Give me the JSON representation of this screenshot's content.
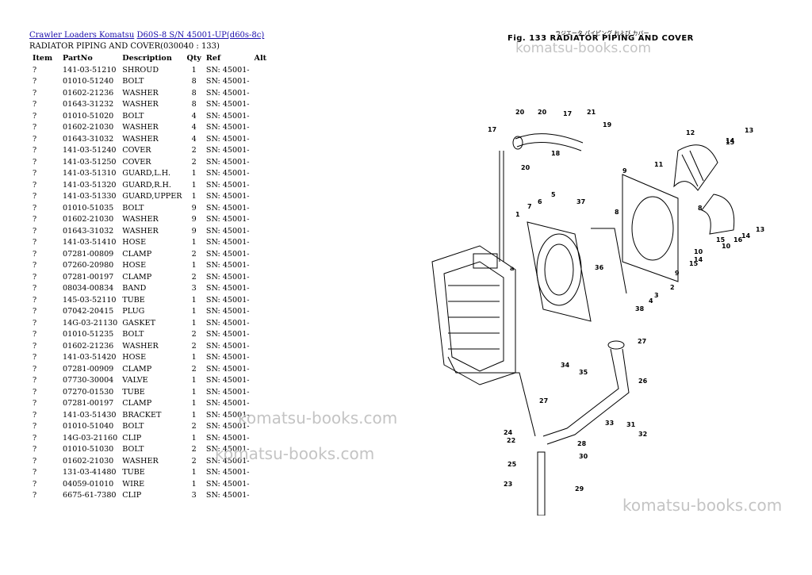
{
  "breadcrumb": {
    "link1": "Crawler Loaders Komatsu",
    "link2": "D60S-8 S/N 45001-UP(d60s-8c)"
  },
  "subtitle": "RADIATOR PIPING AND COVER(030040 : 133)",
  "table": {
    "headers": [
      "Item",
      "PartNo",
      "Description",
      "Qty",
      "Ref",
      "Alt"
    ],
    "rows": [
      [
        "?",
        "141-03-51210",
        "SHROUD",
        "1",
        "SN: 45001-"
      ],
      [
        "?",
        "01010-51240",
        "BOLT",
        "8",
        "SN: 45001-"
      ],
      [
        "?",
        "01602-21236",
        "WASHER",
        "8",
        "SN: 45001-"
      ],
      [
        "?",
        "01643-31232",
        "WASHER",
        "8",
        "SN: 45001-"
      ],
      [
        "?",
        "01010-51020",
        "BOLT",
        "4",
        "SN: 45001-"
      ],
      [
        "?",
        "01602-21030",
        "WASHER",
        "4",
        "SN: 45001-"
      ],
      [
        "?",
        "01643-31032",
        "WASHER",
        "4",
        "SN: 45001-"
      ],
      [
        "?",
        "141-03-51240",
        "COVER",
        "2",
        "SN: 45001-"
      ],
      [
        "?",
        "141-03-51250",
        "COVER",
        "2",
        "SN: 45001-"
      ],
      [
        "?",
        "141-03-51310",
        "GUARD,L.H.",
        "1",
        "SN: 45001-"
      ],
      [
        "?",
        "141-03-51320",
        "GUARD,R.H.",
        "1",
        "SN: 45001-"
      ],
      [
        "?",
        "141-03-51330",
        "GUARD,UPPER",
        "1",
        "SN: 45001-"
      ],
      [
        "?",
        "01010-51035",
        "BOLT",
        "9",
        "SN: 45001-"
      ],
      [
        "?",
        "01602-21030",
        "WASHER",
        "9",
        "SN: 45001-"
      ],
      [
        "?",
        "01643-31032",
        "WASHER",
        "9",
        "SN: 45001-"
      ],
      [
        "?",
        "141-03-51410",
        "HOSE",
        "1",
        "SN: 45001-"
      ],
      [
        "?",
        "07281-00809",
        "CLAMP",
        "2",
        "SN: 45001-"
      ],
      [
        "?",
        "07260-20980",
        "HOSE",
        "1",
        "SN: 45001-"
      ],
      [
        "?",
        "07281-00197",
        "CLAMP",
        "2",
        "SN: 45001-"
      ],
      [
        "?",
        "08034-00834",
        "BAND",
        "3",
        "SN: 45001-"
      ],
      [
        "?",
        "145-03-52110",
        "TUBE",
        "1",
        "SN: 45001-"
      ],
      [
        "?",
        "07042-20415",
        "PLUG",
        "1",
        "SN: 45001-"
      ],
      [
        "?",
        "14G-03-21130",
        "GASKET",
        "1",
        "SN: 45001-"
      ],
      [
        "?",
        "01010-51235",
        "BOLT",
        "2",
        "SN: 45001-"
      ],
      [
        "?",
        "01602-21236",
        "WASHER",
        "2",
        "SN: 45001-"
      ],
      [
        "?",
        "141-03-51420",
        "HOSE",
        "1",
        "SN: 45001-"
      ],
      [
        "?",
        "07281-00909",
        "CLAMP",
        "2",
        "SN: 45001-"
      ],
      [
        "?",
        "07730-30004",
        "VALVE",
        "1",
        "SN: 45001-"
      ],
      [
        "?",
        "07270-01530",
        "TUBE",
        "1",
        "SN: 45001-"
      ],
      [
        "?",
        "07281-00197",
        "CLAMP",
        "1",
        "SN: 45001-"
      ],
      [
        "?",
        "141-03-51430",
        "BRACKET",
        "1",
        "SN: 45001-"
      ],
      [
        "?",
        "01010-51040",
        "BOLT",
        "2",
        "SN: 45001-"
      ],
      [
        "?",
        "14G-03-21160",
        "CLIP",
        "1",
        "SN: 45001-"
      ],
      [
        "?",
        "01010-51030",
        "BOLT",
        "2",
        "SN: 45001-"
      ],
      [
        "?",
        "01602-21030",
        "WASHER",
        "2",
        "SN: 45001-"
      ],
      [
        "?",
        "131-03-41480",
        "TUBE",
        "1",
        "SN: 45001-"
      ],
      [
        "?",
        "04059-01010",
        "WIRE",
        "1",
        "SN: 45001-"
      ],
      [
        "?",
        "6675-61-7380",
        "CLIP",
        "3",
        "SN: 45001-"
      ]
    ]
  },
  "figure": {
    "title": "Fig. 133  RADIATOR PIPING AND COVER",
    "japanese": "ラジエータ  パイピング  および  カバー",
    "callout_a": "a",
    "callouts": [
      "1",
      "2",
      "3",
      "4",
      "5",
      "6",
      "7",
      "8",
      "8",
      "9",
      "9",
      "10",
      "10",
      "11",
      "12",
      "13",
      "13",
      "14",
      "14",
      "14",
      "15",
      "15",
      "15",
      "16",
      "17",
      "17",
      "18",
      "19",
      "20",
      "20",
      "20",
      "21",
      "22",
      "23",
      "24",
      "25",
      "26",
      "27",
      "27",
      "28",
      "29",
      "30",
      "31",
      "32",
      "33",
      "34",
      "35",
      "36",
      "37",
      "38"
    ]
  },
  "watermark": "komatsu-books.com"
}
